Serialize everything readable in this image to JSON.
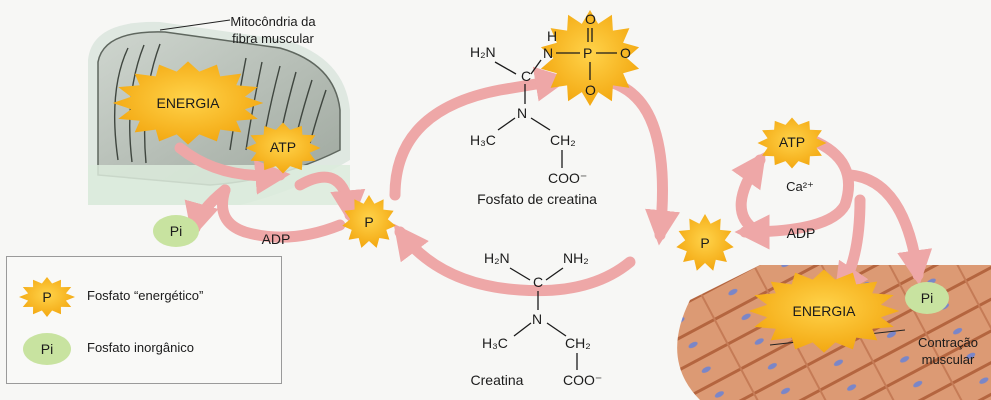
{
  "labels": {
    "mitochondria": [
      "Mitocôndria da",
      "fibra muscular"
    ],
    "energy_left": "ENERGIA",
    "atp_left": "ATP",
    "adp_left": "ADP",
    "pi_left": "Pi",
    "p_center_left": "P",
    "p_center_right": "P",
    "atp_right": "ATP",
    "ca": "Ca²⁺",
    "adp_right": "ADP",
    "energy_right": "ENERGIA",
    "pi_right": "Pi",
    "contraction": [
      "Contração",
      "muscular"
    ]
  },
  "phosphocreatine": {
    "caption": "Fosfato de creatina",
    "h2n": "H₂N",
    "nh_h": "H",
    "n": "N",
    "p": "P",
    "o": "O",
    "c": "C",
    "h3c": "H₃C",
    "ch2": "CH₂",
    "coo": "COO⁻"
  },
  "creatine": {
    "caption": "Creatina",
    "h2n": "H₂N",
    "nh2": "NH₂",
    "c": "C",
    "n": "N",
    "h3c": "H₃C",
    "ch2": "CH₂",
    "coo": "COO⁻"
  },
  "legend": {
    "items": [
      {
        "symbol": "P",
        "text": "Fosfato “energético”"
      },
      {
        "symbol": "Pi",
        "text": "Fosfato inorgânico"
      }
    ]
  },
  "colors": {
    "arrow": "#eea7a7",
    "burst": "#f6b417",
    "pi_fill": "#c8e3a0",
    "muscle": "#d8906c"
  }
}
